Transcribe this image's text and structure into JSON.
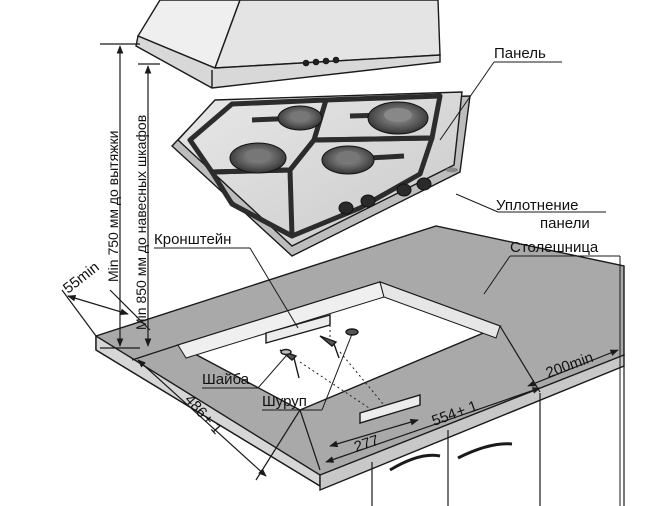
{
  "labels": {
    "panel": "Панель",
    "seal_line1": "Уплотнение",
    "seal_line2": "панели",
    "countertop": "Столешница",
    "bracket": "Кронштейн",
    "washer": "Шайба",
    "screw": "Шуруп",
    "hood_height": "Min 750 мм до вытяжки",
    "cabinet_height": "Min 850 мм до навесных шкафов"
  },
  "dimensions": {
    "side_clearance": "55min",
    "depth": "486",
    "depth_tolerance": "+ 1",
    "width": "554",
    "width_tolerance": "+ 1",
    "offset": "277",
    "back_clearance": "200min"
  },
  "colors": {
    "line": "#1a1a1a",
    "countertop": "#a9a9a9",
    "countertop_edge": "#d2d2d2",
    "glass": "#dcdcdc",
    "grate": "#3a3a3a",
    "burner": "#555555"
  }
}
